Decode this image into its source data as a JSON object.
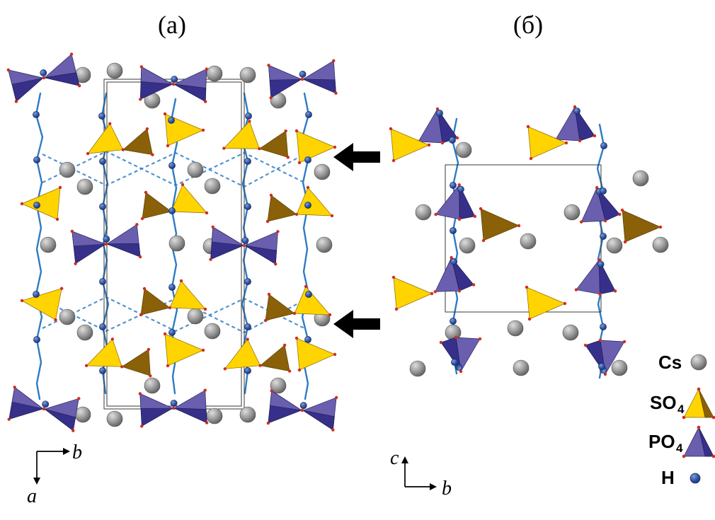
{
  "figure": {
    "panel_a": {
      "label": "(а)"
    },
    "panel_b": {
      "label": "(б)"
    }
  },
  "axes_a": {
    "right": "b",
    "down": "a"
  },
  "axes_b": {
    "up": "c",
    "right": "b"
  },
  "legend": {
    "cs_label": "Cs",
    "so4_label": "SO",
    "so4_sub": "4",
    "po4_label": "PO",
    "po4_sub": "4",
    "h_label": "H"
  },
  "colors": {
    "so4_bright": "#FFD400",
    "so4_dark": "#8A6008",
    "po4_mid": "#6A5FAE",
    "po4_dark": "#36308A",
    "cs_gray": "#8C8C8C",
    "h_blue": "#2B4FA0",
    "bond_blue": "#2E7BC4",
    "oxygen_red": "#D42B1E",
    "arrow_black": "#000000"
  }
}
